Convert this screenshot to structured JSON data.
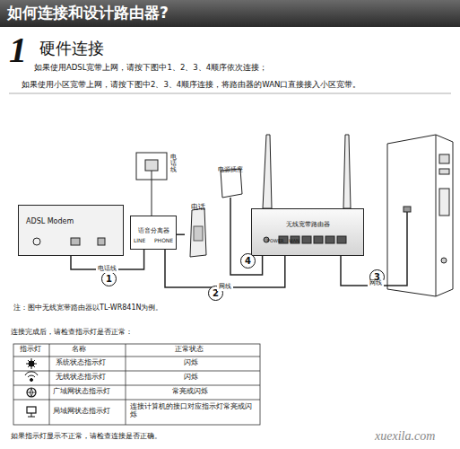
{
  "diagram": {
    "title": "如何连接和设计路由器?",
    "nodes": [
      {
        "text": [
          "ADSL Modem"
        ]
      },
      {
        "text": [
          "语音分离器"
        ]
      },
      {
        "text": [
          "电话"
        ]
      },
      {
        "text": [
          "电源插座"
        ]
      },
      {
        "text": [
          "无线宽带路由器"
        ]
      }
    ],
    "edges": [
      {
        "from": 0,
        "to": 1,
        "arrow": "none",
        "label": "电话线"
      },
      {
        "from": 1,
        "to": 4,
        "arrow": "none",
        "label": "网线"
      },
      {
        "from": 2,
        "to": 1,
        "arrow": "none"
      },
      {
        "from": 3,
        "to": 4,
        "arrow": "none"
      }
    ],
    "labels": [
      "1",
      "硬件连接",
      "如果使用ADSL宽带上网，请按下图中1、2、3、4顺序依次连接；",
      "如果使用小区宽带上网，请按下图中2、3、4顺序连接，将路由器的WAN口直接接入小区宽带。",
      "电话线",
      "LINE",
      "PHONE",
      "POWER",
      "WAN",
      "1",
      "2",
      "3",
      "4",
      "网线",
      "注：图中无线宽带路由器以TL-WR841N为例。",
      "连接完成后，请检查指示灯是否正常：",
      "指示灯",
      "名称",
      "正常状态",
      "系统状态指示灯",
      "闪烁",
      "无线状态指示灯",
      "闪烁",
      "广域网状态指示灯",
      "常亮或闪烁",
      "局域网状态指示灯",
      "连接计算机的接口对应指示灯常亮或闪烁",
      "如果指示灯显示不正常，请检查连接是否正确。",
      "xuexila.com"
    ]
  }
}
